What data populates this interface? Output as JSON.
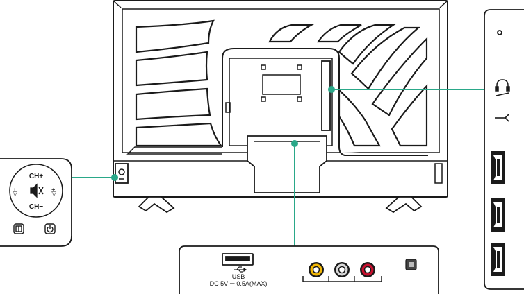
{
  "control_panel": {
    "ch_up_label": "CH+",
    "ch_down_label": "CH−",
    "vol_down_label": "◁−",
    "vol_up_label": "◁+",
    "mute_icon": "mute-speaker-icon",
    "input_icon": "input-source-icon",
    "power_icon": "power-icon"
  },
  "bottom_panel": {
    "usb_label": "USB",
    "usb_rating": "DC 5V ⎓ 0.5A(MAX)",
    "usb_icon": "usb-trident-icon",
    "av_jack_colors": [
      "#f2b705",
      "#d9d9d9",
      "#c8102e"
    ],
    "optical_icon": "optical-audio-icon"
  },
  "side_panel": {
    "ports": [
      "reset-pinhole",
      "headphone-jack",
      "antenna-input",
      "hdmi-1",
      "hdmi-2",
      "hdmi-3"
    ]
  },
  "colors": {
    "callout": "#2aa889",
    "outline": "#1a1a1a"
  }
}
